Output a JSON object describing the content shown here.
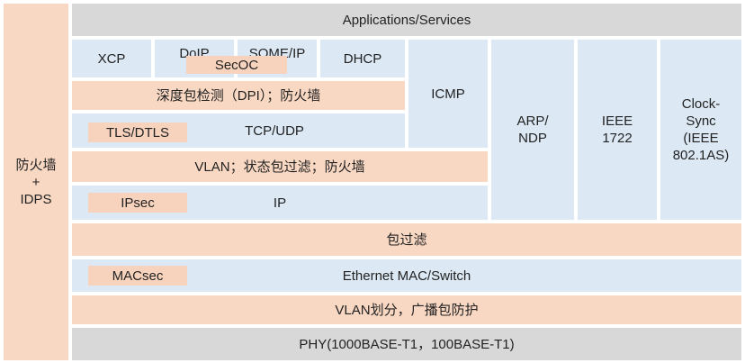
{
  "left": {
    "lines": [
      "防火墙",
      "+",
      "IDPS"
    ]
  },
  "applications": "Applications/Services",
  "protocols": {
    "xcp": "XCP",
    "doip": "DoIP",
    "someip": "SOME/IP",
    "dhcp": "DHCP",
    "secoc": "SecOC"
  },
  "dpi": "深度包检测（DPI）；防火墙",
  "transport": {
    "tls": "TLS/DTLS",
    "tcpudp": "TCP/UDP"
  },
  "vlan_state": "VLAN；状态包过滤；防火墙",
  "network": {
    "ipsec": "IPsec",
    "ip": "IP"
  },
  "side_columns": {
    "icmp": "ICMP",
    "arp": "ARP/\nNDP",
    "ieee1722": "IEEE\n1722",
    "clocksync": "Clock-\nSync\n(IEEE\n802.1AS)"
  },
  "packet_filter": "包过滤",
  "mac": {
    "macsec": "MACsec",
    "ethernet": "Ethernet MAC/Switch"
  },
  "vlan_broadcast": "VLAN划分，广播包防护",
  "phy": "PHY(1000BASE-T1，100BASE-T1)"
}
